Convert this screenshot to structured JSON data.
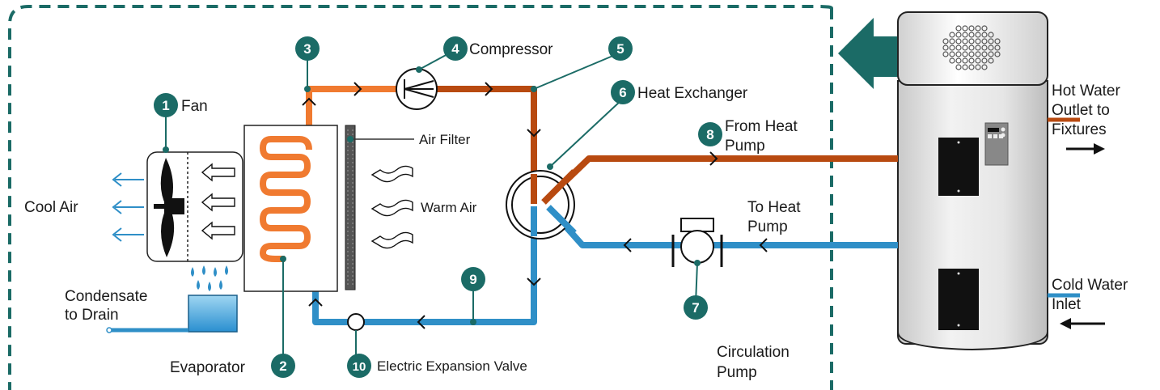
{
  "labels": {
    "fan": "Fan",
    "cool_air": "Cool Air",
    "air_filter": "Air Filter",
    "warm_air": "Warm Air",
    "condensate_line1": "Condensate",
    "condensate_line2": "to Drain",
    "evaporator": "Evaporator",
    "compressor": "Compressor",
    "heat_exchanger": "Heat Exchanger",
    "from_heat_pump_line1": "From Heat",
    "from_heat_pump_line2": "Pump",
    "to_heat_pump_line1": "To Heat",
    "to_heat_pump_line2": "Pump",
    "circulation_pump_line1": "Circulation",
    "circulation_pump_line2": "Pump",
    "expansion_valve": "Electric Expansion Valve",
    "hot_water_line1": "Hot Water",
    "hot_water_line2": "Outlet to",
    "hot_water_line3": "Fixtures",
    "cold_water_line1": "Cold Water",
    "cold_water_line2": "Inlet"
  },
  "markers": [
    "1",
    "2",
    "3",
    "4",
    "5",
    "6",
    "7",
    "8",
    "9",
    "10"
  ],
  "colors": {
    "teal": "#1b6b66",
    "hot_pipe": "#b84a10",
    "warm_pipe": "#f07a30",
    "cold_pipe": "#2f8fc7",
    "dashed_border": "#1b6b66",
    "tank_panel": "#111111"
  }
}
